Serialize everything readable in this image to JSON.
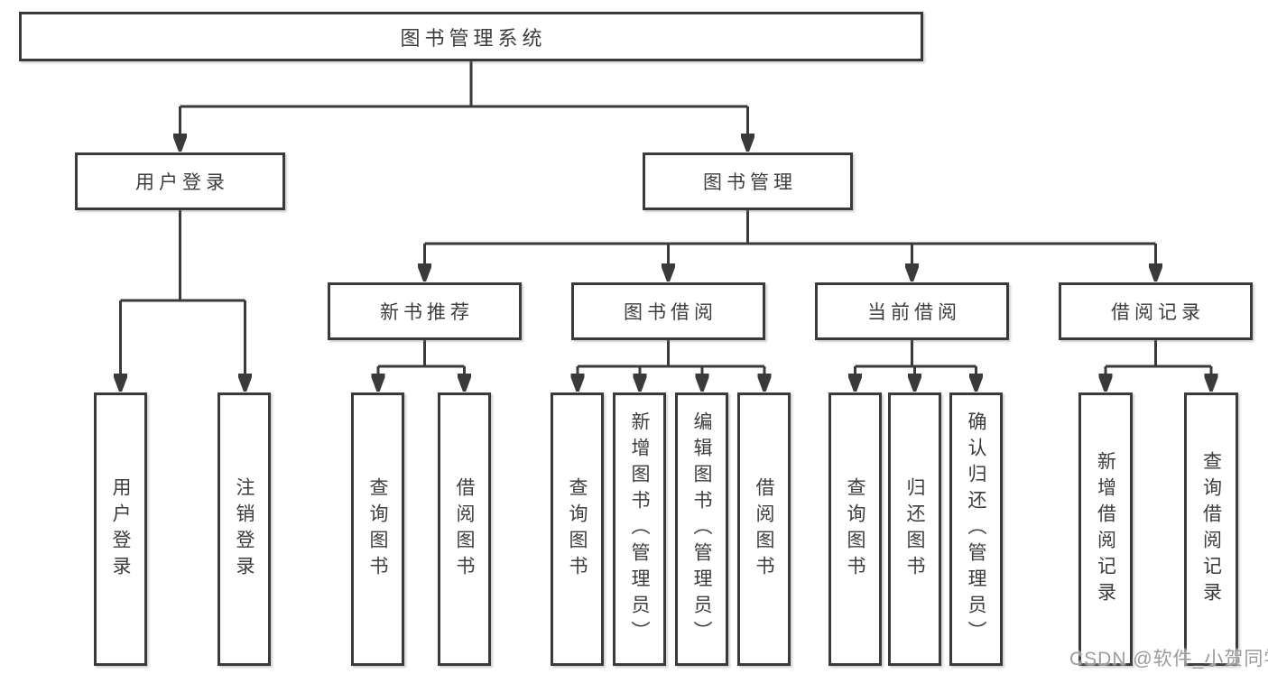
{
  "title": "图书管理系统",
  "watermark": "CSDN @软件_小贺同学",
  "colors": {
    "line": "#3a3a3a",
    "box_border": "#3a3a3a",
    "box_background": "#ffffff",
    "text": "#3d3d3d",
    "watermark": "#9b9b9b"
  },
  "chart_type": "hierarchy-diagram",
  "tree": {
    "root": "图书管理系统",
    "level2": [
      {
        "label": "用户登录",
        "children": [
          "用户登录",
          "注销登录"
        ]
      },
      {
        "label": "图书管理",
        "children": [
          {
            "label": "新书推荐",
            "children": [
              "查询图书",
              "借阅图书"
            ]
          },
          {
            "label": "图书借阅",
            "children": [
              "查询图书",
              "新增图书（管理员）",
              "编辑图书（管理员）",
              "借阅图书"
            ]
          },
          {
            "label": "当前借阅",
            "children": [
              "查询图书",
              "归还图书",
              "确认归还（管理员）"
            ]
          },
          {
            "label": "借阅记录",
            "children": [
              "新增借阅记录",
              "查询借阅记录"
            ]
          }
        ]
      }
    ]
  }
}
